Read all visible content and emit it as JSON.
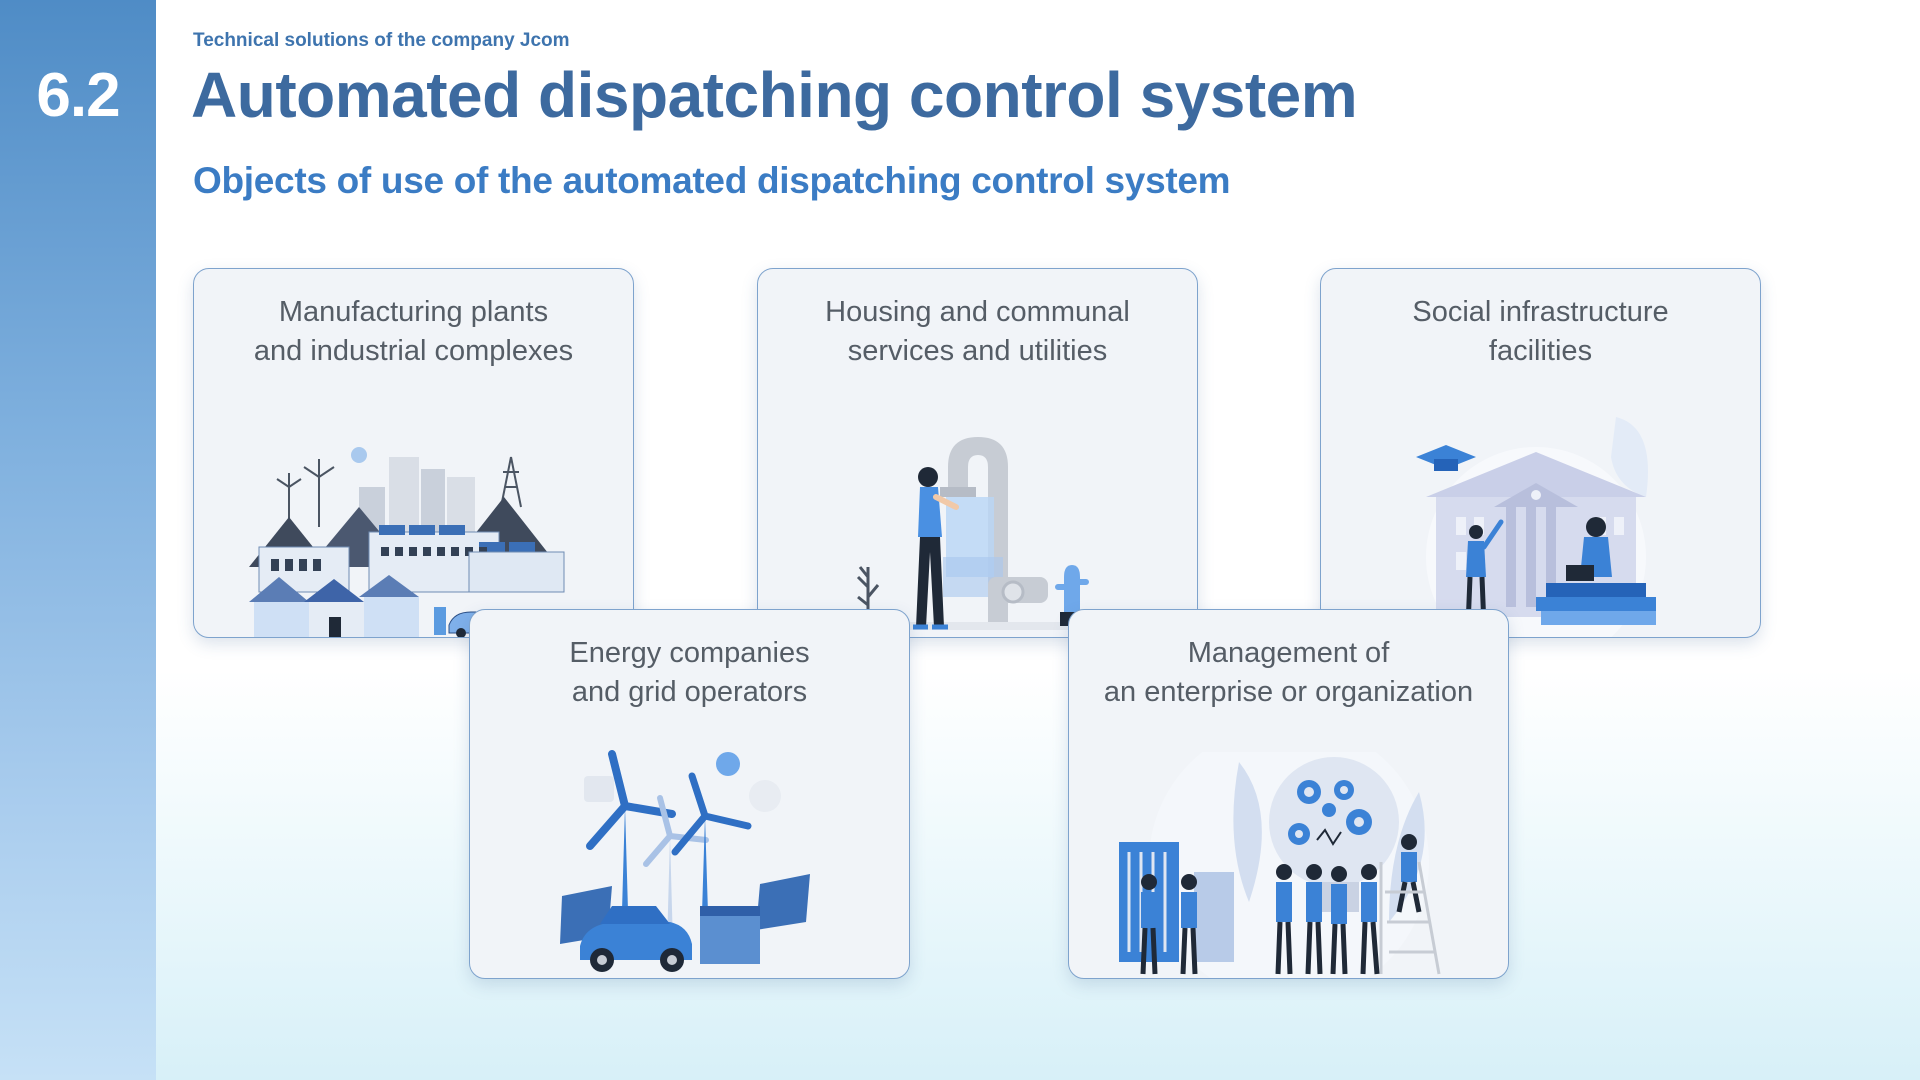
{
  "header": {
    "section_number": "6.2",
    "kicker": "Technical solutions of the company Jcom",
    "title": "Automated dispatching control system",
    "subtitle": "Objects of use of the automated dispatching control system"
  },
  "cards": [
    {
      "line1": "Manufacturing plants",
      "line2": "and industrial complexes",
      "illustration": "industrial-city-illustration"
    },
    {
      "line1": "Housing and communal",
      "line2": "services and utilities",
      "illustration": "water-tap-illustration"
    },
    {
      "line1": "Social infrastructure",
      "line2": "facilities",
      "illustration": "university-building-illustration"
    },
    {
      "line1": "Energy companies",
      "line2": "and grid operators",
      "illustration": "wind-turbines-illustration"
    },
    {
      "line1": "Management of",
      "line2": "an enterprise or organization",
      "illustration": "team-lightbulb-illustration"
    }
  ],
  "colors": {
    "sidebar": "#4f8cc6",
    "title": "#3d6a9f",
    "subtitle": "#3b7cc4",
    "card_border": "#7ea3cd",
    "card_background": "#f1f4f8",
    "illustration_blue": "#3b82d6"
  }
}
